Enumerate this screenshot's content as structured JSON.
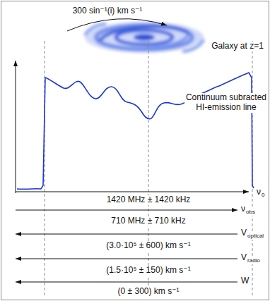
{
  "diagram": {
    "labels": [
      "300 sin⁻¹(i) km s⁻¹",
      "Galaxy at z=1",
      "Continuum subracted HI-emission line",
      "1420 MHz ± 1420 kHz",
      "ν",
      "0",
      "710 MHz ± 710 kHz",
      "ν",
      "obs",
      "(3.0·10⁵ ± 600) km s⁻¹",
      "V",
      "optical",
      "(1.5·10⁵ ± 150) km s⁻¹",
      "V",
      "radio",
      "(0 ± 300) km s⁻¹",
      "W"
    ]
  }
}
